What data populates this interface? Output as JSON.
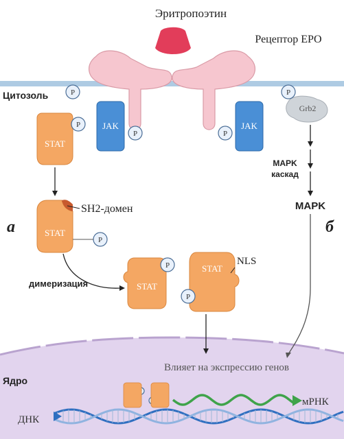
{
  "title": "Эритропоэтин",
  "receptor_label": "Рецептор ЕРО",
  "cytosol_label": "Цитозоль",
  "phospho": "P",
  "jak": "JAK",
  "stat": "STAT",
  "grb2": "Grb2",
  "sh2_label": "SH2-домен",
  "dimerization_label": "димеризация",
  "nls_label": "NLS",
  "mapk_cascade_line1": "MAPK",
  "mapk_cascade_line2": "каскад",
  "mapk_label": "MAPK",
  "panel_a": "а",
  "panel_b": "б",
  "nucleus_label": "Ядро",
  "gene_expression_label": "Влияет на экспрессию генов",
  "dna_label": "ДНК",
  "mrna_label": "мРНК",
  "colors": {
    "membrane": "#aecbe3",
    "receptor": "#f6c6cf",
    "epo": "#e23d5a",
    "jak": "#4a8fd6",
    "stat": "#f4a763",
    "phospho": "#e9f1fb",
    "grb2": "#cfd4d9",
    "nucleus": "#e2d4ee",
    "dna_a": "#2f6fc0",
    "dna_b": "#8fb3e0",
    "mrna": "#3fa34a"
  }
}
